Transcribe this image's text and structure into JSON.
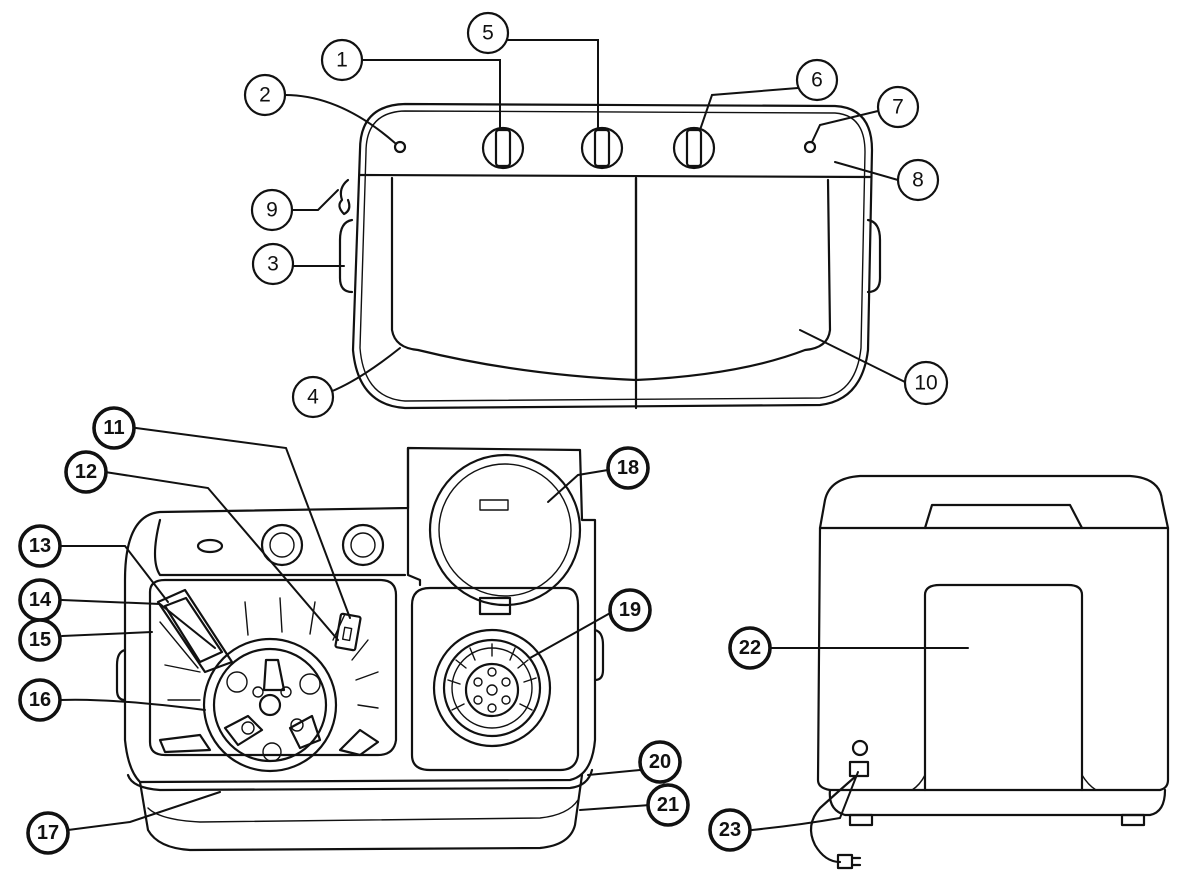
{
  "callouts": [
    {
      "id": "1",
      "label": "1",
      "style": "thin"
    },
    {
      "id": "2",
      "label": "2",
      "style": "thin"
    },
    {
      "id": "3",
      "label": "3",
      "style": "thin"
    },
    {
      "id": "4",
      "label": "4",
      "style": "thin"
    },
    {
      "id": "5",
      "label": "5",
      "style": "thin"
    },
    {
      "id": "6",
      "label": "6",
      "style": "thin"
    },
    {
      "id": "7",
      "label": "7",
      "style": "thin"
    },
    {
      "id": "8",
      "label": "8",
      "style": "thin"
    },
    {
      "id": "9",
      "label": "9",
      "style": "thin"
    },
    {
      "id": "10",
      "label": "10",
      "style": "thin"
    },
    {
      "id": "11",
      "label": "11",
      "style": "bold"
    },
    {
      "id": "12",
      "label": "12",
      "style": "bold"
    },
    {
      "id": "13",
      "label": "13",
      "style": "bold"
    },
    {
      "id": "14",
      "label": "14",
      "style": "bold"
    },
    {
      "id": "15",
      "label": "15",
      "style": "bold"
    },
    {
      "id": "16",
      "label": "16",
      "style": "bold"
    },
    {
      "id": "17",
      "label": "17",
      "style": "bold"
    },
    {
      "id": "18",
      "label": "18",
      "style": "bold"
    },
    {
      "id": "19",
      "label": "19",
      "style": "bold"
    },
    {
      "id": "20",
      "label": "20",
      "style": "bold"
    },
    {
      "id": "21",
      "label": "21",
      "style": "bold"
    },
    {
      "id": "22",
      "label": "22",
      "style": "bold"
    },
    {
      "id": "23",
      "label": "23",
      "style": "bold"
    }
  ]
}
